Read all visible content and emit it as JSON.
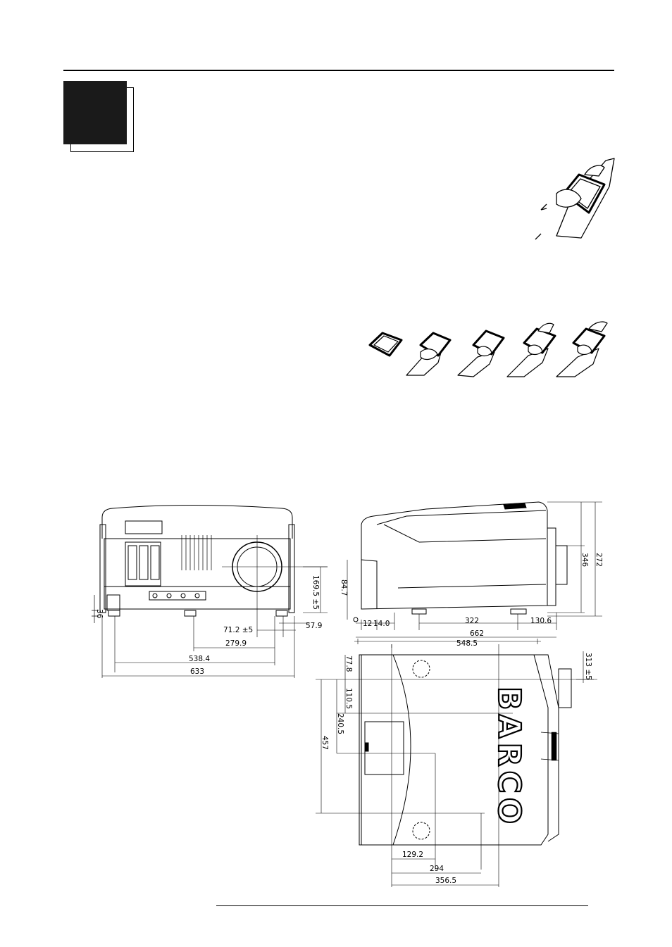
{
  "page": {
    "chapter_marker": "chapter-block"
  },
  "drawing": {
    "front": {
      "dim_height_right": "169.5 ±5",
      "dim_left_small": "36",
      "dim_lens_offset": "71.2 ±5",
      "dim_right_small": "57.9",
      "dim_feet_inner": "279.9",
      "dim_feet_outer": "538.4",
      "dim_width_total": "633"
    },
    "side": {
      "dim_height_lens": "346",
      "dim_height_total": "272",
      "dim_foot_left": "84.7",
      "dim_small_left": "12",
      "dim_small_left_b": "14.0",
      "dim_feet_span": "322",
      "dim_foot_right": "130.6",
      "dim_depth_total": "662",
      "dim_depth_body": "548.5"
    },
    "top": {
      "dim_lens_side": "313 ±5",
      "dim_top_a": "77.8",
      "dim_top_b": "110.5",
      "dim_inner": "240.5",
      "dim_outer": "457",
      "dim_bottom_a": "129.2",
      "dim_bottom_b": "294",
      "dim_bottom_c": "356.5",
      "logo": "BARCO"
    }
  }
}
